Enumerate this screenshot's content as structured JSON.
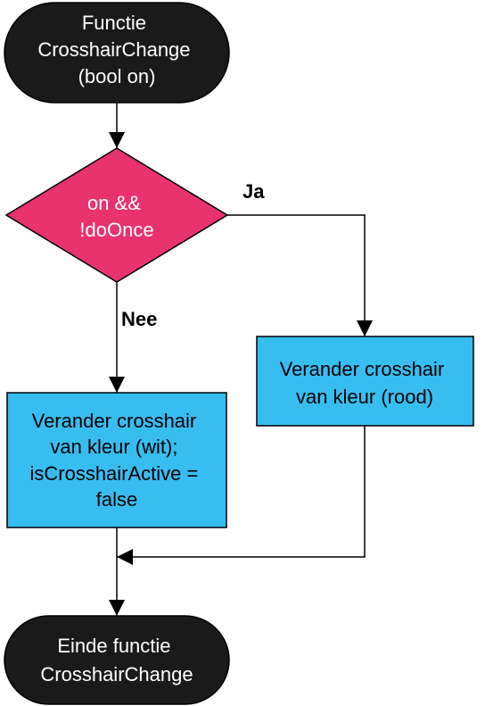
{
  "colors": {
    "terminal_fill": "#1a1a1a",
    "terminal_text": "#ffffff",
    "decision_fill": "#e8336f",
    "decision_text": "#ffffff",
    "process_fill": "#38bdf0",
    "process_text": "#000000",
    "line": "#000000"
  },
  "start": {
    "lines": [
      "Functie",
      "CrosshairChange",
      "(bool on)"
    ]
  },
  "decision": {
    "lines": [
      "on &&",
      "!doOnce"
    ]
  },
  "labels": {
    "yes": "Ja",
    "no": "Nee"
  },
  "process_yes": {
    "lines": [
      "Verander crosshair",
      "van kleur (rood)"
    ]
  },
  "process_no": {
    "lines": [
      "Verander crosshair",
      "van kleur (wit);",
      "isCrosshairActive =",
      "false"
    ]
  },
  "end": {
    "lines": [
      "Einde functie",
      "CrosshairChange"
    ]
  }
}
